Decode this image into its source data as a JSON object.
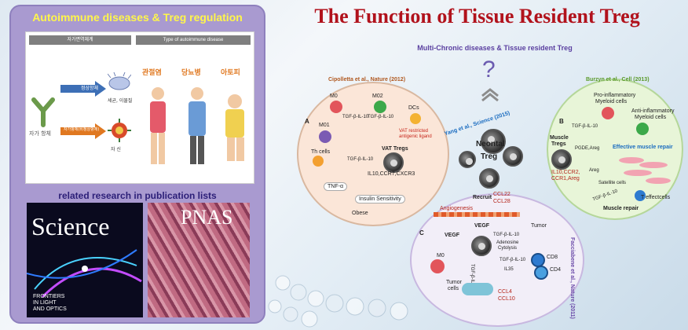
{
  "left_panel": {
    "title": "Autoimmune diseases & Treg regulation",
    "header_left": "자가면역체계",
    "header_right": "Type of autoimmune disease",
    "arrow_top": "정상항체",
    "arrow_top_sub": "세균, 이물질",
    "arrow_bottom": "자가항체(비정상항체)",
    "left_label": "자가 항체",
    "bottom_sub": "자 신",
    "disease_1": "관절염",
    "disease_2": "당뇨병",
    "disease_3": "아토피",
    "related_title": "related research in publication lists",
    "science_title": "Science",
    "science_footer_1": "FRONTIERS",
    "science_footer_2": "IN LIGHT",
    "science_footer_3": "AND OPTICS",
    "pnas_title": "PNAS"
  },
  "main": {
    "title": "The Function of Tissue Resident Treg",
    "subtitle": "Multi-Chronic diseases & Tissue resident Treg",
    "question": "?",
    "center_label_1": "Neontal",
    "center_label_2": "Treg",
    "center_ref": "Yang et al., Science (2015)"
  },
  "panel_a": {
    "ref": "Cipolletta et al., Nature (2012)",
    "letter": "A",
    "m0": "M0",
    "m02": "M02",
    "m01": "M01",
    "tgf1": "TGF-β-IL-10",
    "tgf2": "TGF-β-IL-10",
    "dcs": "DCs",
    "vat_antigen_1": "VAT restricted",
    "vat_antigen_2": "antigenic ligand",
    "th": "Th cells",
    "vat_tregs": "VAT Tregs",
    "tgf3": "TGF-β-IL-10",
    "markers": "IL10,CCR7,CXCR3",
    "tnf": "TNF-α",
    "insulin": "Insulin Sensitivity",
    "obese": "Obese"
  },
  "panel_b": {
    "ref": "Burzyn et al., Cell (2013)",
    "letter": "B",
    "pro_inflam_1": "Pro-inflammatory",
    "pro_inflam_2": "Myeloid cells",
    "anti_inflam_1": "Anti-inflammatory",
    "anti_inflam_2": "Myeloid cells",
    "muscle_tregs_1": "Muscle",
    "muscle_tregs_2": "Tregs",
    "tgf": "TGF-β-IL-10",
    "pgde": "PGDE,Areg",
    "effective": "Effective muscle repair",
    "markers_1": "IL10,CCR2,",
    "markers_2": "CCR1,Areg",
    "areg": "Areg",
    "satellite": "Satellite cells",
    "tgf2": "TGF-β-IL-10",
    "teffector": "T effectcells",
    "repair": "Muscle repair"
  },
  "panel_c": {
    "ref": "Facciabene et al., Nature (2011)",
    "letter": "C",
    "recruit": "Recruit",
    "ccl22": "CCL22",
    "ccl28": "CCL28",
    "angiogenesis": "Angiogenesis",
    "vegf1": "VEGF",
    "vegf2": "VEGF",
    "tumor": "Tumor",
    "tgf1": "TGF-β-IL-10",
    "adenosine_1": "Adenosine",
    "adenosine_2": "Cytolysis",
    "m0": "M0",
    "tgf2": "TGF-β-IL-10",
    "tgf3": "TGF-β-IL-10",
    "il35": "IL35",
    "cd8": "CD8",
    "cd4": "CD4",
    "tumor_cells_1": "Tumor",
    "tumor_cells_2": "cells",
    "ccl4": "CCL4",
    "ccl10": "CCL10"
  },
  "colors": {
    "title_red": "#b1121c",
    "panel_purple": "#a99ad0",
    "circle_a": "#fbe6d8",
    "circle_b": "#e8f5d8",
    "circle_c": "#f2eef8"
  }
}
